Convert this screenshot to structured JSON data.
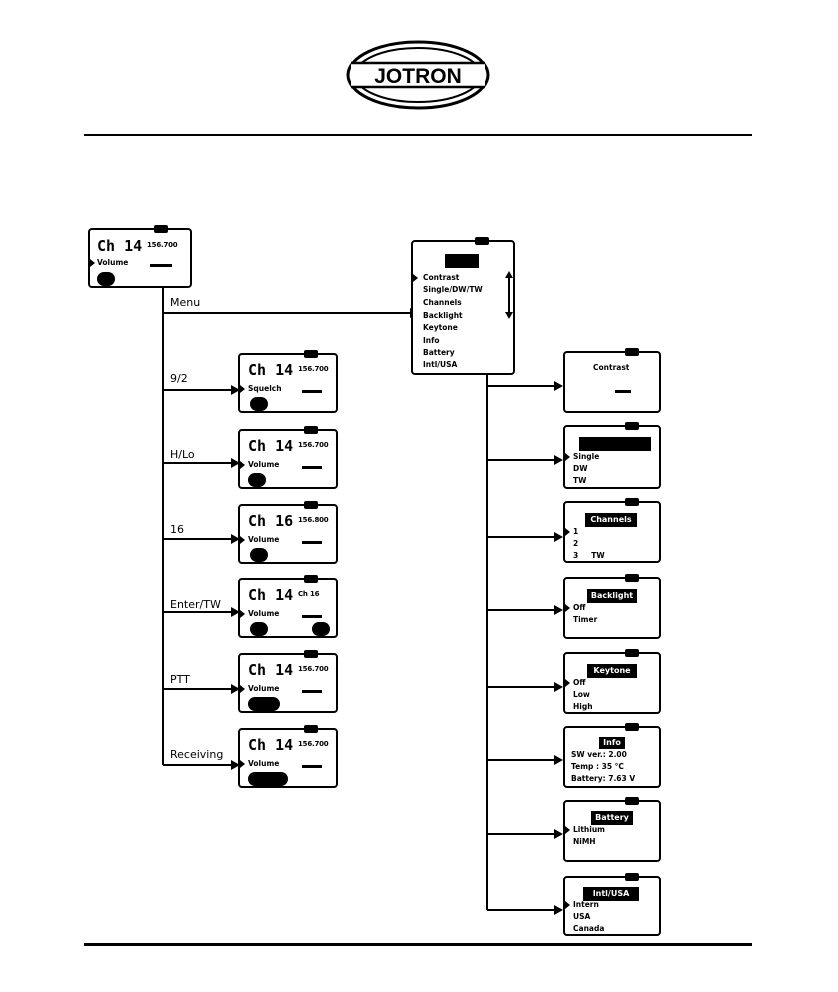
{
  "brand": "JOTRON",
  "start_screen": {
    "channel": "Ch 14",
    "freq": "156.700",
    "label": "Volume"
  },
  "edges": [
    {
      "label": "Menu"
    },
    {
      "label": "9/2"
    },
    {
      "label": "H/Lo"
    },
    {
      "label": "16"
    },
    {
      "label": "Enter/TW"
    },
    {
      "label": "PTT"
    },
    {
      "label": "Receiving"
    }
  ],
  "key_screens": [
    {
      "channel": "Ch 14",
      "freq": "156.700",
      "label": "Squelch"
    },
    {
      "channel": "Ch 14",
      "freq": "156.700",
      "label": "Volume"
    },
    {
      "channel": "Ch 16",
      "freq": "156.800",
      "label": "Volume"
    },
    {
      "channel": "Ch 14",
      "freq": "Ch 16",
      "label": "Volume"
    },
    {
      "channel": "Ch 14",
      "freq": "156.700",
      "label": "Volume"
    },
    {
      "channel": "Ch 14",
      "freq": "156.700",
      "label": "Volume"
    }
  ],
  "menu_screen": {
    "items": [
      "Contrast",
      "Single/DW/TW",
      "Channels",
      "Backlight",
      "Keytone",
      "Info",
      "Battery",
      "Intl/USA"
    ]
  },
  "submenus": [
    {
      "title": "Contrast",
      "lines": []
    },
    {
      "title": "",
      "lines": [
        "Single",
        "DW",
        "TW"
      ]
    },
    {
      "title": "Channels",
      "lines": [
        "1",
        "2",
        "3     TW"
      ]
    },
    {
      "title": "Backlight",
      "lines": [
        "Off",
        "Timer"
      ]
    },
    {
      "title": "Keytone",
      "lines": [
        "Off",
        "Low",
        "High"
      ]
    },
    {
      "title": "Info",
      "lines": [
        "SW ver.: 2.00",
        "Temp  :  35 °C",
        "Battery: 7.63 V"
      ]
    },
    {
      "title": "Battery",
      "lines": [
        "Lithium",
        "NiMH"
      ]
    },
    {
      "title": "Intl/USA",
      "lines": [
        "Intern",
        "USA",
        "Canada"
      ]
    }
  ]
}
